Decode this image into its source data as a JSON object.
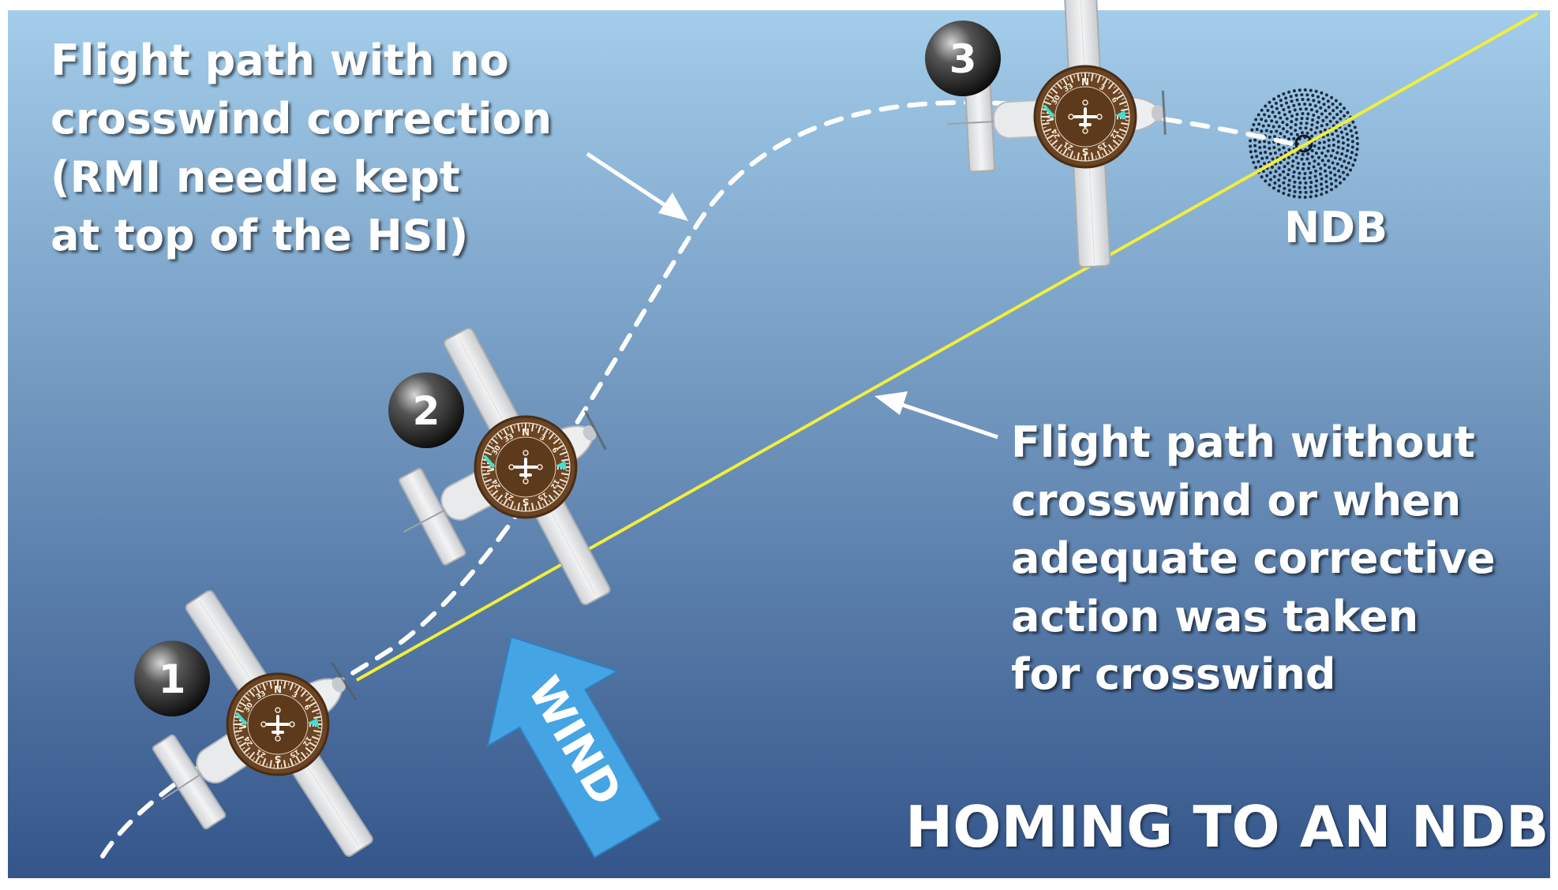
{
  "title": "HOMING TO AN NDB",
  "labels": {
    "no_correction": [
      "Flight path with no",
      "crosswind correction",
      "(RMI needle kept",
      "at top of the HSI)"
    ],
    "with_correction": [
      "Flight path without",
      "crosswind or when",
      "adequate corrective",
      "action was taken",
      "for crosswind"
    ],
    "ndb": "NDB",
    "wind": "WIND"
  },
  "aircraft": [
    {
      "position_marker": "1"
    },
    {
      "position_marker": "2"
    },
    {
      "position_marker": "3"
    }
  ],
  "instrument": {
    "cardinals": [
      "N",
      "E",
      "S",
      "W"
    ],
    "numbers": [
      "3",
      "6",
      "12",
      "15",
      "21",
      "24",
      "30",
      "33"
    ]
  },
  "colors": {
    "sky_top": "#a3cdea",
    "sky_bottom": "#34558a",
    "direct_track": "#f2ee3c",
    "drift_path": "#ffffff",
    "wind_arrow": "#45a4e4",
    "hsi_face": "#6b4423",
    "needle": "#40e0d0",
    "marker_ball": "#2a2a2a"
  },
  "icons": {
    "aircraft": "aircraft-top-view-icon",
    "instrument": "hsi-compass-icon",
    "station": "ndb-beacon-icon",
    "wind": "wind-arrow-icon"
  }
}
